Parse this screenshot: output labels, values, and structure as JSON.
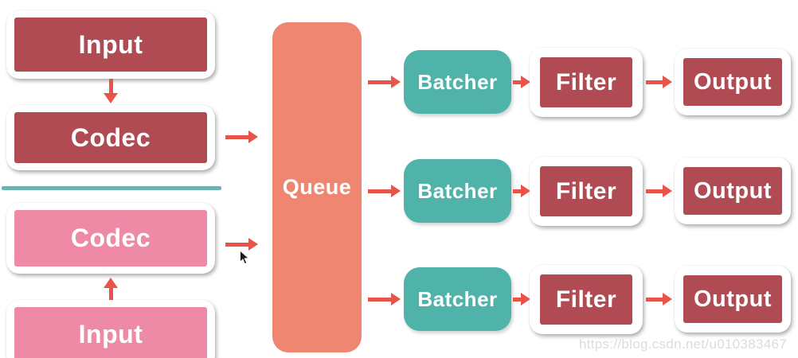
{
  "colors": {
    "dark_red": "#b04a53",
    "pink": "#ef8aa6",
    "teal": "#4fb3a9",
    "salmon": "#ee8672",
    "arrow_red": "#e8544a",
    "divider_teal": "#6fb3b1",
    "watermark_gray": "#dcdcdc",
    "label_white": "#ffffff"
  },
  "pipeline_top": {
    "input": "Input",
    "codec": "Codec"
  },
  "pipeline_bottom": {
    "codec": "Codec",
    "input": "Input"
  },
  "queue": {
    "label": "Queue"
  },
  "rows": [
    {
      "batcher": "Batcher",
      "filter": "Filter",
      "output": "Output"
    },
    {
      "batcher": "Batcher",
      "filter": "Filter",
      "output": "Output"
    },
    {
      "batcher": "Batcher",
      "filter": "Filter",
      "output": "Output"
    }
  ],
  "icons": {
    "mouse_cursor": "arrow-pointer"
  },
  "watermark": "https://blog.csdn.net/u010383467"
}
